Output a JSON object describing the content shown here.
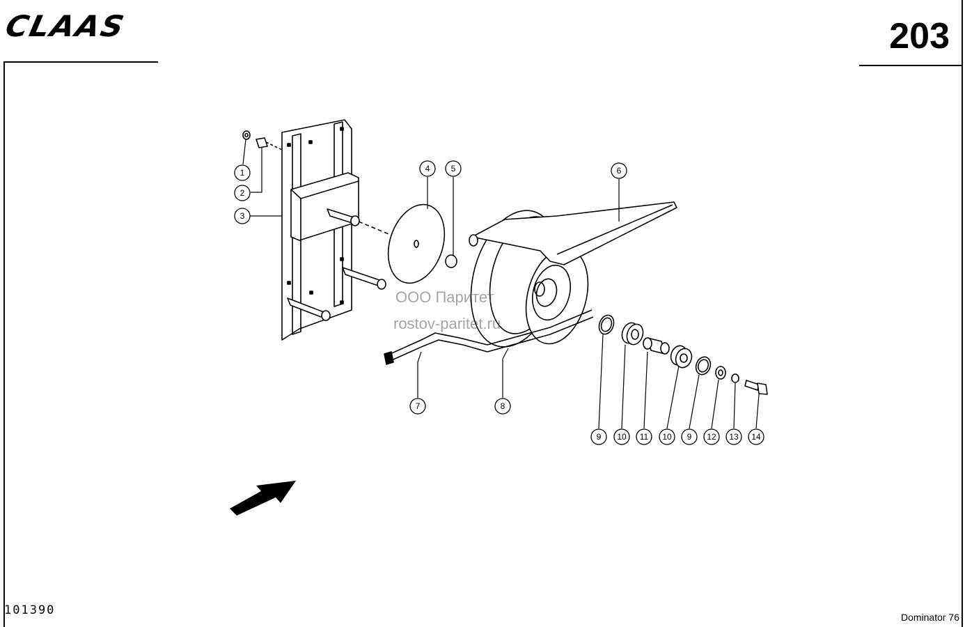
{
  "header": {
    "logo_text": "CLAAS",
    "page_number": "203"
  },
  "footer": {
    "drawing_number": "101390",
    "model": "Dominator 76"
  },
  "watermark": {
    "line1": "ООО Паритет",
    "line2": "rostov-paritet.ru"
  },
  "callouts": [
    "1",
    "2",
    "3",
    "4",
    "5",
    "6",
    "7",
    "8",
    "9",
    "10",
    "11",
    "10",
    "9",
    "12",
    "13",
    "14"
  ],
  "colors": {
    "ink": "#000000",
    "paper": "#ffffff",
    "watermark": "#5a5a5a"
  }
}
